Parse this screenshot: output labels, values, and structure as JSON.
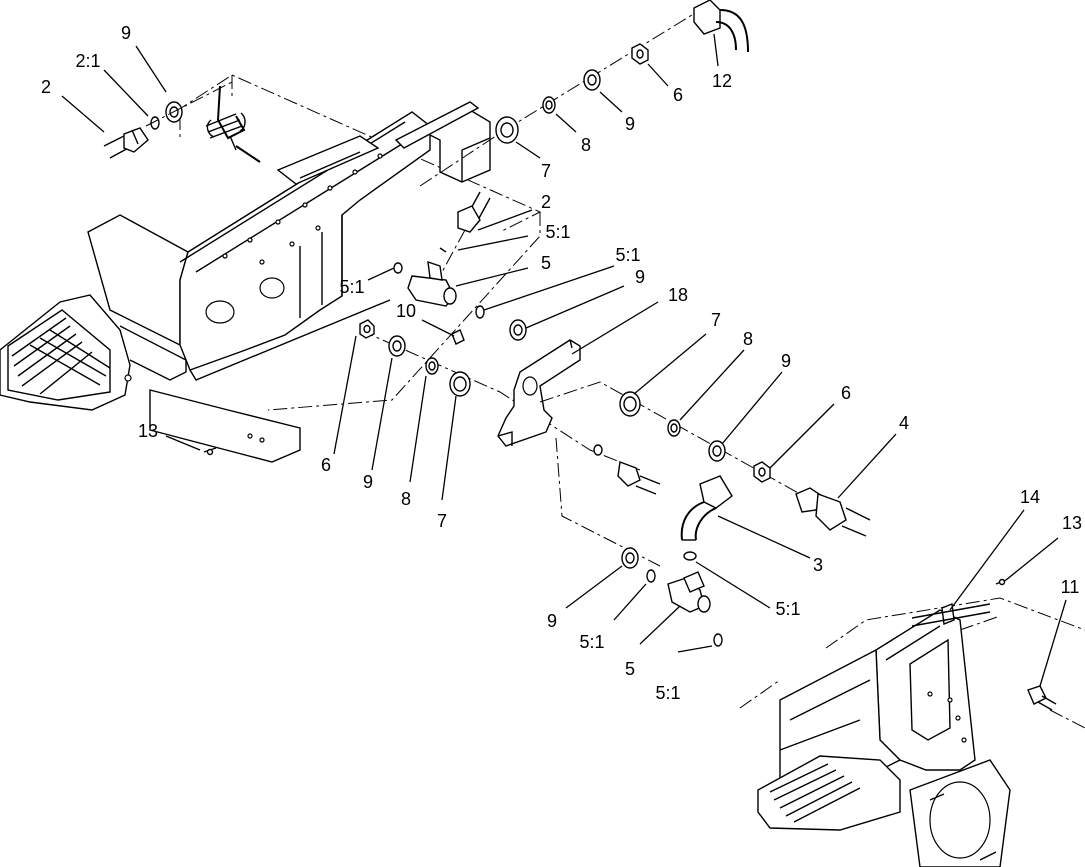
{
  "callouts": [
    {
      "id": "c1",
      "label": "2"
    },
    {
      "id": "c2",
      "label": "2:1"
    },
    {
      "id": "c3",
      "label": "9"
    },
    {
      "id": "c4",
      "label": "7"
    },
    {
      "id": "c5",
      "label": "8"
    },
    {
      "id": "c6",
      "label": "9"
    },
    {
      "id": "c7",
      "label": "6"
    },
    {
      "id": "c8",
      "label": "12"
    },
    {
      "id": "c9",
      "label": "2"
    },
    {
      "id": "c10",
      "label": "5:1"
    },
    {
      "id": "c11",
      "label": "5"
    },
    {
      "id": "c12",
      "label": "5:1"
    },
    {
      "id": "c13",
      "label": "5:1"
    },
    {
      "id": "c14",
      "label": "9"
    },
    {
      "id": "c15",
      "label": "10"
    },
    {
      "id": "c16",
      "label": "18"
    },
    {
      "id": "c17",
      "label": "7"
    },
    {
      "id": "c18",
      "label": "8"
    },
    {
      "id": "c19",
      "label": "9"
    },
    {
      "id": "c20",
      "label": "6"
    },
    {
      "id": "c21",
      "label": "4"
    },
    {
      "id": "c22",
      "label": "13"
    },
    {
      "id": "c23",
      "label": "6"
    },
    {
      "id": "c24",
      "label": "9"
    },
    {
      "id": "c25",
      "label": "8"
    },
    {
      "id": "c26",
      "label": "7"
    },
    {
      "id": "c27",
      "label": "3"
    },
    {
      "id": "c28",
      "label": "5:1"
    },
    {
      "id": "c29",
      "label": "9"
    },
    {
      "id": "c30",
      "label": "5:1"
    },
    {
      "id": "c31",
      "label": "5"
    },
    {
      "id": "c32",
      "label": "5:1"
    },
    {
      "id": "c33",
      "label": "14"
    },
    {
      "id": "c34",
      "label": "13"
    },
    {
      "id": "c35",
      "label": "11"
    }
  ]
}
